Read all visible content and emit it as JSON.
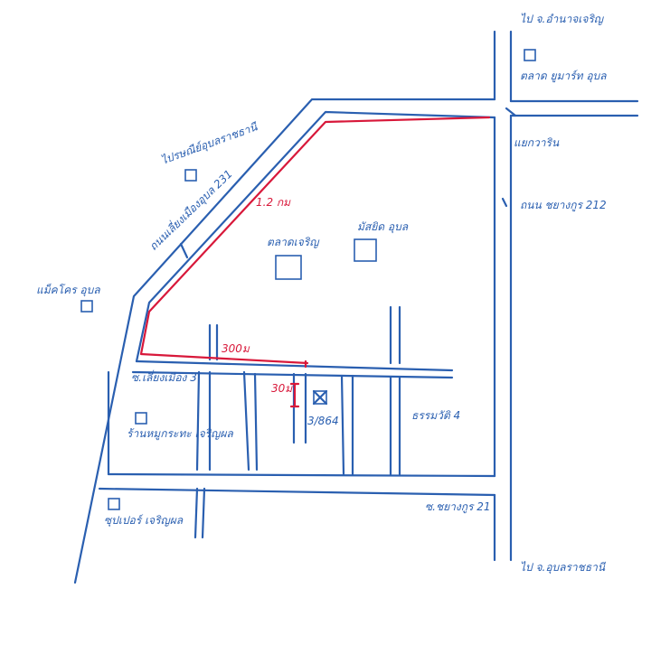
{
  "colors": {
    "ink": "#2a5fb0",
    "highlight": "#d8183a",
    "paper": "#ffffff"
  },
  "labels": {
    "to_amnat": "ไป จ.อำนาจเจริญ",
    "to_ubon": "ไป จ.อุบลราชธานี",
    "market_ubon": "ตลาด ยูมาร์ท อุบล",
    "intersection": "แยกวาริน",
    "road_chayangkun": "ถนน ชยางกูร 212",
    "ring_road": "ถนนเลี่ยงเมืองอุบล 231",
    "post_office": "ไปรษณีย์อุบลราชธานี",
    "distance_12km": "1.2 กม",
    "mosque": "มัสยิด อุบล",
    "market_near": "ตลาดเจริญ",
    "macro": "แม็คโคร อุบล",
    "distance_300m": "300ม",
    "soi3": "ซ.เลี่ยงเมือง 3",
    "distance_30m": "30ม",
    "plot": "3/864",
    "thammawat": "ธรรมวัติ 4",
    "shop": "ร้านหมูกระทะ เจริญผล",
    "soi21": "ซ.ชยางกูร 21",
    "supermarket": "ซุปเปอร์ เจริญผล"
  }
}
